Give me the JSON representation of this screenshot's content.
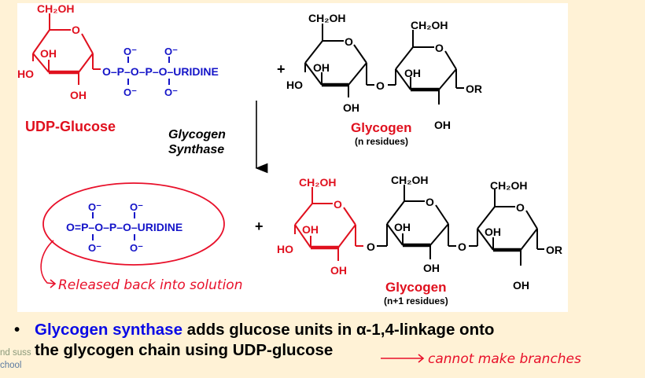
{
  "colors": {
    "background": "#fff2d6",
    "red": "#e0101e",
    "blue": "#1414c8",
    "black": "#000000",
    "ink": "#e8102a"
  },
  "diagram": {
    "ch2oh": "CH₂OH",
    "oh": "OH",
    "ho": "HO",
    "ring_o": "O",
    "or": "OR",
    "plus": "+",
    "o_minus": "O⁻",
    "phosphate_chain_top": "O–P–O–P–O–URIDINE",
    "phosphate_chain_bottom": "O=P–O–P–O–URIDINE",
    "udp_glucose_label": "UDP-Glucose",
    "enzyme_line1": "Glycogen",
    "enzyme_line2": "Synthase",
    "glycogen_label_top": "Glycogen",
    "glycogen_sub_top": "(n residues)",
    "glycogen_label_bottom": "Glycogen",
    "glycogen_sub_bottom": "(n+1 residues)"
  },
  "annotations": {
    "released": "Released back into solution",
    "cannot_branch": "cannot make branches"
  },
  "bullet": {
    "highlight": "Glycogen synthase",
    "rest_line1": " adds glucose units in α-1,4-linkage onto",
    "line2": "the glycogen chain using UDP-glucose"
  },
  "footer": {
    "line1": "nd suss",
    "line2": "chool"
  }
}
